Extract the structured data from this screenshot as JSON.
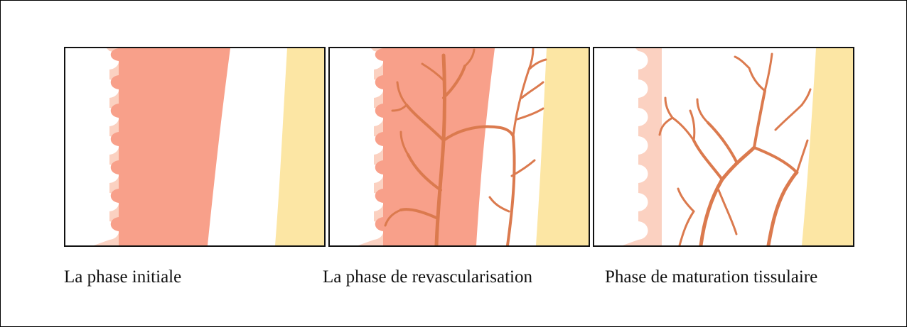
{
  "colors": {
    "tooth_root_light": "#FBD1C1",
    "pulp_tissue": "#F8A08A",
    "bone": "#FCE6A4",
    "vessel": "#DB7A4E",
    "border": "#111111"
  },
  "panels": [
    {
      "caption": "La phase initiale",
      "icon": "pulp-initial"
    },
    {
      "caption": "La phase de revascularisation",
      "icon": "pulp-revascularisation"
    },
    {
      "caption": "Phase de maturation tissulaire",
      "icon": "pulp-maturation"
    }
  ]
}
